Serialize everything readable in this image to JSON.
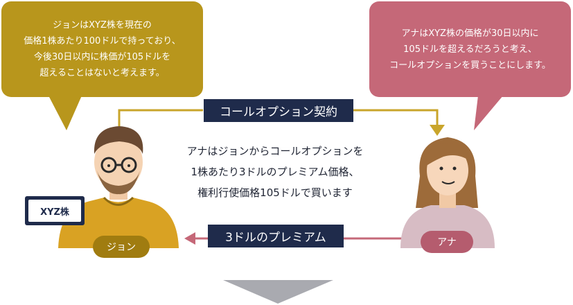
{
  "john_bubble": {
    "text": "ジョンはXYZ株を現在の\n価格1株あたり100ドルで持っており、\n今後30日以内に株価が105ドルを\n超えることはないと考えます。"
  },
  "ana_bubble": {
    "text": "アナはXYZ株の価格が30日以内に\n105ドルを超えるだろうと考え、\nコールオプションを買うことにします。"
  },
  "contract_label": "コールオプション契約",
  "center_text": "アナはジョンからコールオプションを\n1株あたり3ドルのプレミアム価格、\n権利行使価格105ドルで買います",
  "premium_label": "3ドルのプレミアム",
  "john_name": "ジョン",
  "ana_name": "アナ",
  "stock_card": "XYZ株",
  "colors": {
    "john": "#b8961c",
    "ana": "#c56878",
    "navy": "#1f2b4b",
    "arrow_gray": "#a9aab0"
  }
}
